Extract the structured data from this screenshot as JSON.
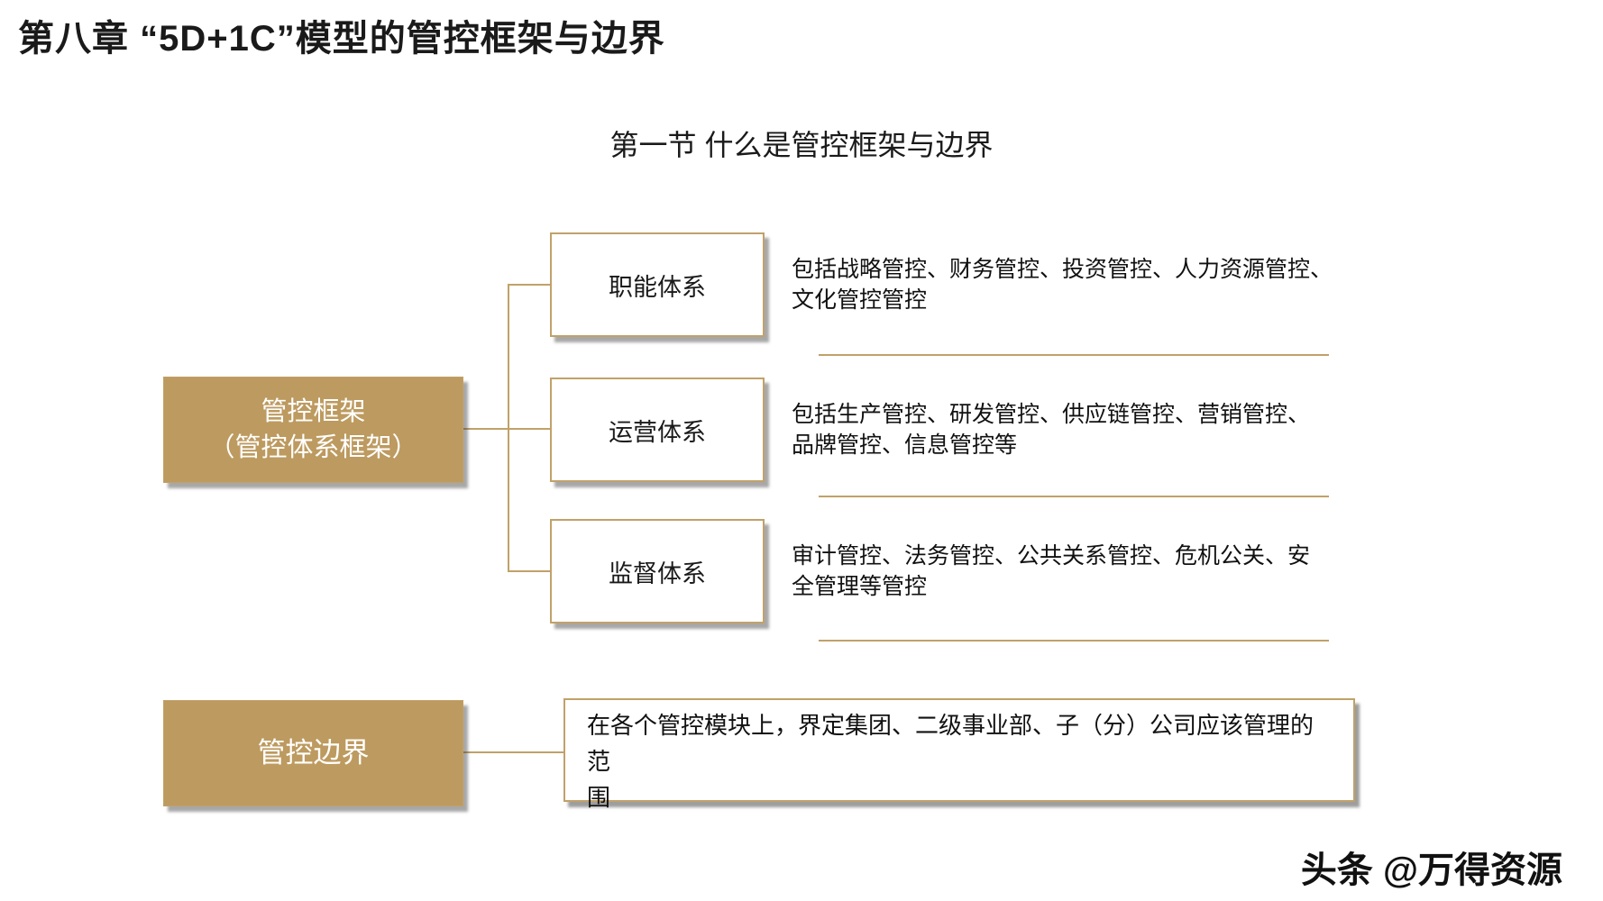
{
  "page": {
    "title": "第八章 “5D+1C”模型的管控框架与边界",
    "subtitle": "第一节 什么是管控框架与边界",
    "watermark": "头条 @万得资源"
  },
  "colors": {
    "gold_fill": "#BD9A5F",
    "gold_border": "#C1A169",
    "text": "#1A1A1A"
  },
  "diagram": {
    "framework": {
      "label": "管控框架\n（管控体系框架）",
      "rows": [
        {
          "label": "职能体系",
          "desc": "包括战略管控、财务管控、投资管控、人力资源管控、\n文化管控管控"
        },
        {
          "label": "运营体系",
          "desc": "包括生产管控、研发管控、供应链管控、营销管控、\n品牌管控、信息管控等"
        },
        {
          "label": "监督体系",
          "desc": "审计管控、法务管控、公共关系管控、危机公关、安\n全管理等管控"
        }
      ]
    },
    "boundary": {
      "label": "管控边界",
      "desc": "在各个管控模块上，界定集团、二级事业部、子（分）公司应该管理的范\n围"
    }
  }
}
